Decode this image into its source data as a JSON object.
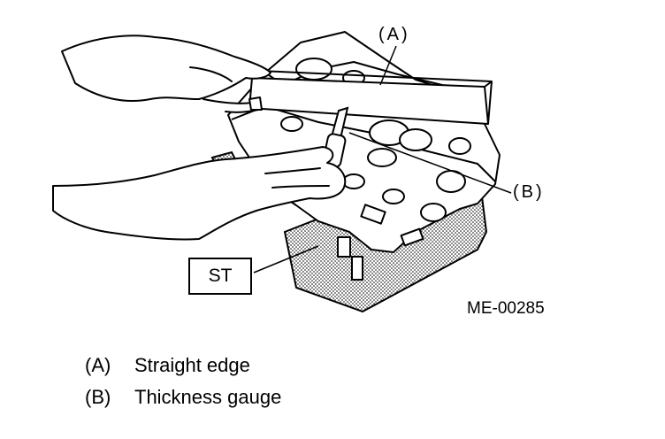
{
  "figure": {
    "code": "ME-00285",
    "special_tool_label": "ST",
    "callouts": [
      {
        "key": "(A)"
      },
      {
        "key": "(B)"
      }
    ]
  },
  "legend": [
    {
      "key": "(A)",
      "description": "Straight edge"
    },
    {
      "key": "(B)",
      "description": "Thickness gauge"
    }
  ]
}
